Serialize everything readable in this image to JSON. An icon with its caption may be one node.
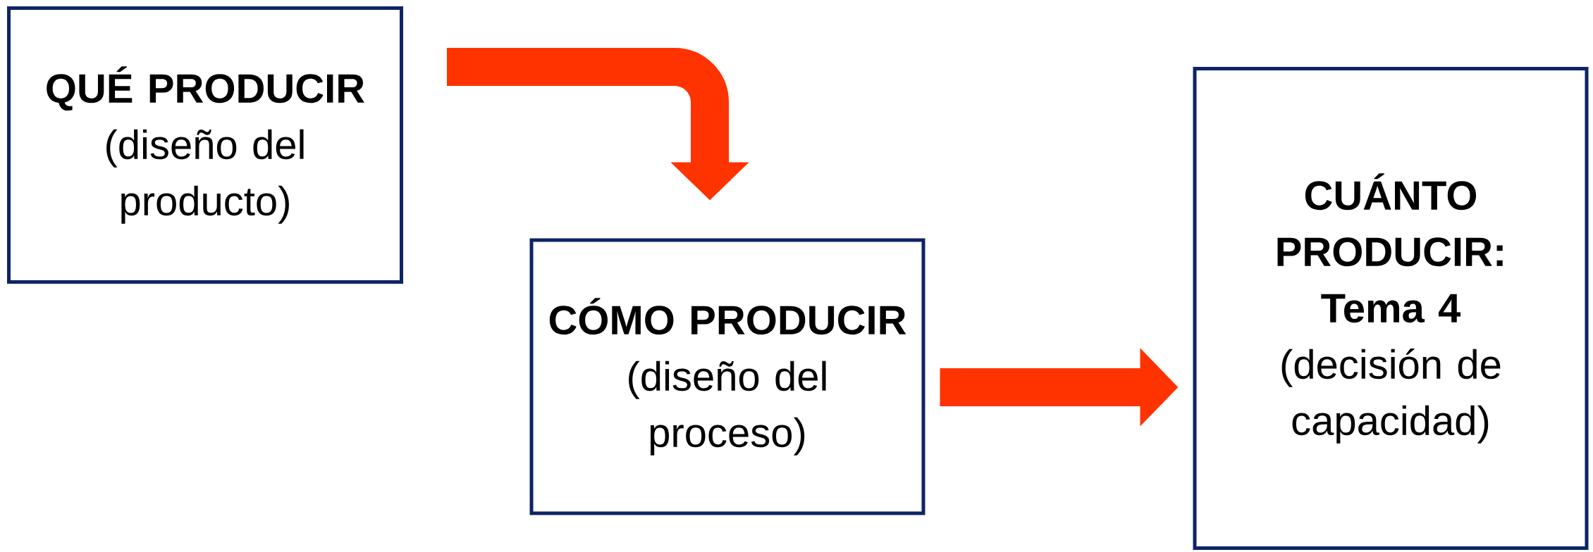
{
  "diagram": {
    "nodes": [
      {
        "text": [
          "QUÉ PRODUCIR",
          "(diseño del producto)"
        ]
      },
      {
        "text": [
          "CÓMO PRODUCIR",
          "(diseño del proceso)"
        ]
      },
      {
        "text": [
          "CUÁNTO PRODUCIR: Tema 4",
          "(decisión de capacidad)"
        ]
      }
    ],
    "edges": [
      {
        "from": 0,
        "to": 1,
        "arrow": "to"
      },
      {
        "from": 1,
        "to": 2,
        "arrow": "to"
      }
    ]
  }
}
